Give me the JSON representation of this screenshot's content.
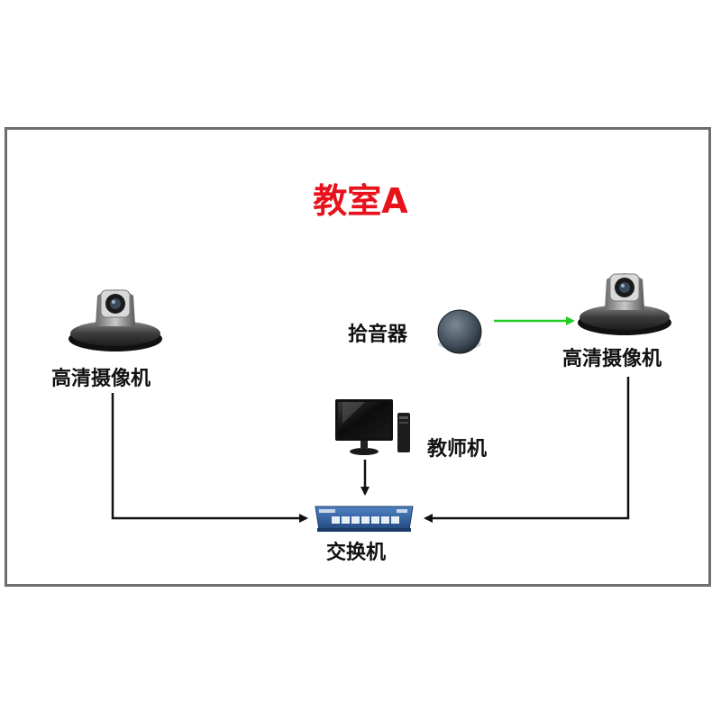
{
  "title": "教室A",
  "nodes": {
    "camera_left": {
      "label": "高清摄像机",
      "icon": "ptz-camera-icon"
    },
    "camera_right": {
      "label": "高清摄像机",
      "icon": "ptz-camera-icon"
    },
    "microphone": {
      "label": "拾音器",
      "icon": "microphone-icon"
    },
    "teacher_pc": {
      "label": "教师机",
      "icon": "desktop-computer-icon"
    },
    "switch": {
      "label": "交换机",
      "icon": "network-switch-icon"
    }
  },
  "edges": [
    {
      "from": "camera_left",
      "to": "switch"
    },
    {
      "from": "camera_right",
      "to": "switch"
    },
    {
      "from": "teacher_pc",
      "to": "switch"
    },
    {
      "from": "microphone",
      "to": "camera_right"
    }
  ],
  "colors": {
    "title": "#e8121b",
    "frame_border": "#6e6e6e",
    "connector": "#111111",
    "audio_connector": "#22cc22",
    "switch_body": "#2f5f9e"
  }
}
